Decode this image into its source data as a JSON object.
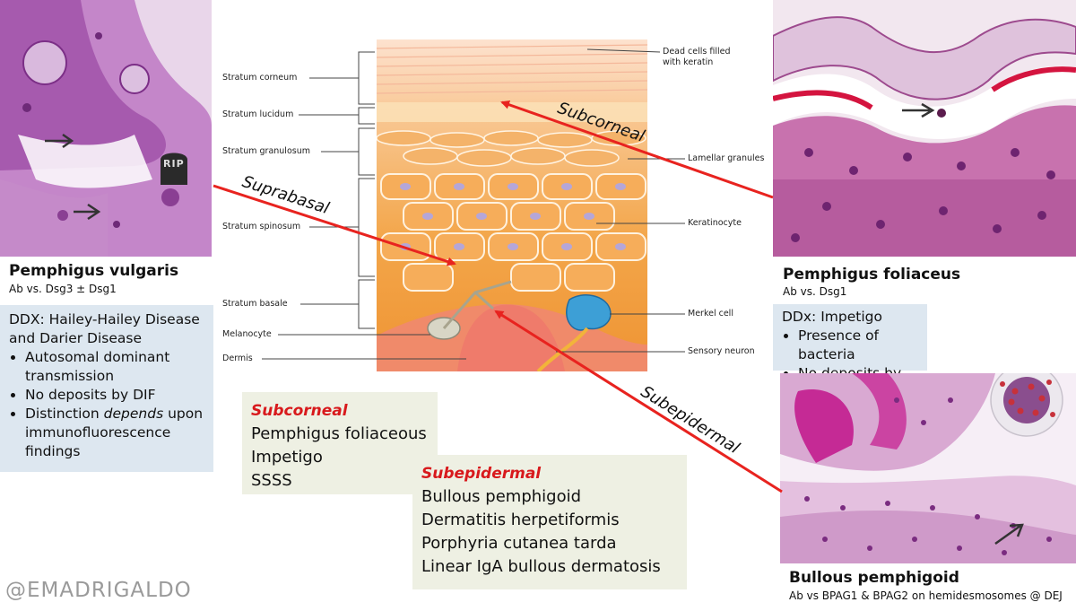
{
  "left": {
    "title": "Pemphigus vulgaris",
    "subtitle": "Ab vs. Dsg3 ± Dsg1",
    "tombstone": "RIP",
    "ddx_lines": [
      "DDX: Hailey-Hailey Disease",
      "and Darier Disease"
    ],
    "bullets": [
      {
        "text": "Autosomal dominant transmission"
      },
      {
        "text": "No deposits by DIF"
      },
      {
        "pre": "Distinction ",
        "em": "depends",
        "post": " upon immunofluorescence findings"
      }
    ]
  },
  "right_top": {
    "title": "Pemphigus foliaceus",
    "subtitle": "Ab vs. Dsg1",
    "ddx": "DDx: Impetigo",
    "bullets": [
      "Presence of bacteria",
      "No deposits by DIF"
    ]
  },
  "right_bottom": {
    "title": "Bullous pemphigoid",
    "subtitle": "Ab vs BPAG1 & BPAG2 on hemidesmosomes @ DEJ"
  },
  "diagram": {
    "left_labels": [
      "Stratum corneum",
      "Stratum lucidum",
      "Stratum granulosum",
      "Stratum spinosum",
      "Stratum basale",
      "Melanocyte",
      "Dermis"
    ],
    "right_labels": [
      "Dead cells filled",
      "with keratin",
      "Lamellar granules",
      "Keratinocyte",
      "Merkel cell",
      "Sensory neuron"
    ]
  },
  "arrows": {
    "subcorneal": "Subcorneal",
    "suprabasal": "Suprabasal",
    "subepidermal": "Subepidermal"
  },
  "box_subcorneal": {
    "heading": "Subcorneal",
    "items": [
      "Pemphigus foliaceous",
      "Impetigo",
      "SSSS"
    ]
  },
  "box_subepidermal": {
    "heading": "Subepidermal",
    "items": [
      "Bullous pemphigoid",
      "Dermatitis herpetiformis",
      "Porphyria cutanea tarda",
      "Linear IgA bullous dermatosis"
    ]
  },
  "handle": "@EMADRIGALDO",
  "colors": {
    "arrow": "#e8231f",
    "ddx_bg": "#dde7f0",
    "list_bg": "#eef0e3",
    "heading": "#d8191c"
  }
}
